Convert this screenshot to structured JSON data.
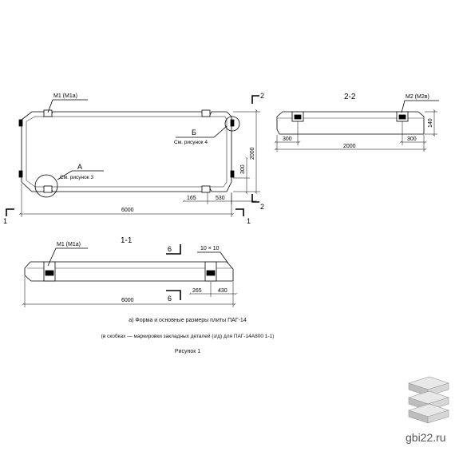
{
  "plan": {
    "m1_label": "М1 (М1а)",
    "b_label": "Б",
    "b_ref": "См. рисунок 4",
    "a_label": "А",
    "a_ref": "См. рисунок 3",
    "dim_width": "2000",
    "dim_300": "300",
    "dim_165": "165",
    "dim_530": "530",
    "dim_length": "6000",
    "cut1_left": "1",
    "cut1_right": "1",
    "cut2_top": "2",
    "cut2_bottom": "2"
  },
  "section22": {
    "title": "2-2",
    "m2_label": "М2 (М2в)",
    "dim_140": "140",
    "dim_300_left": "300",
    "dim_300_right": "300",
    "dim_width": "2000"
  },
  "section11": {
    "title": "1-1",
    "m1_label": "М1 (М1а)",
    "cut6_top": "6",
    "cut6_bottom": "6",
    "chamfer": "10 × 10",
    "dim_265": "265",
    "dim_430": "430",
    "dim_length": "6000"
  },
  "caption": {
    "line1": "а)  Форма и основные размеры плиты ПАГ-14",
    "line2": "(в скобках — маркировки закладных деталей (з/д) для ПАГ-14А800 1-1)",
    "line3": "Рисунок 1"
  },
  "brand": {
    "site": "gbi22.ru",
    "logo_icon": "stacked-slabs-logo-icon"
  }
}
